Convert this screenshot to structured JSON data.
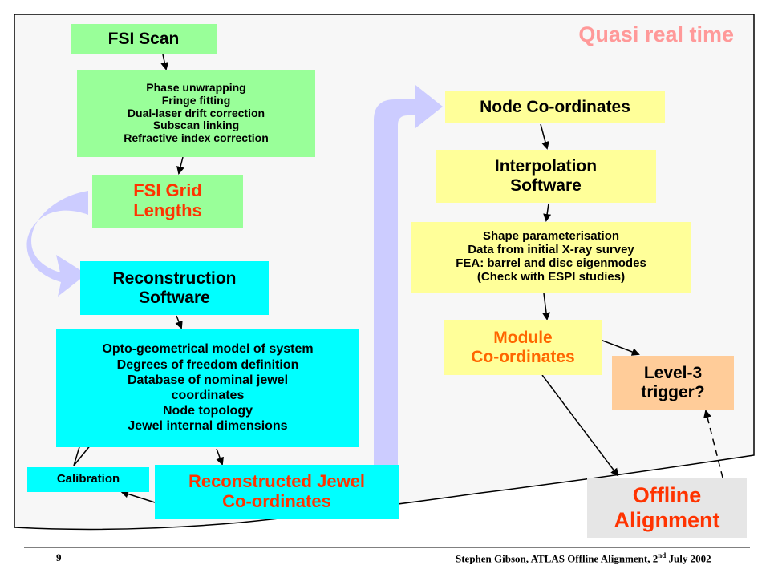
{
  "header": {
    "title": "Quasi real time"
  },
  "nodes": {
    "fsi_scan": "FSI Scan",
    "fsi_processing": [
      "Phase unwrapping",
      "Fringe fitting",
      "Dual-laser drift correction",
      "Subscan linking",
      "Refractive index correction"
    ],
    "fsi_grid_lengths": [
      "FSI Grid",
      "Lengths"
    ],
    "reconstruction_software": [
      "Reconstruction",
      "Software"
    ],
    "model_definition": [
      "Opto-geometrical model of system",
      "Degrees of freedom definition",
      "Database of nominal jewel",
      "coordinates",
      "Node topology",
      "Jewel internal dimensions"
    ],
    "calibration": "Calibration",
    "reconstructed_jewel": [
      "Reconstructed Jewel",
      "Co-ordinates"
    ],
    "node_coordinates": "Node Co-ordinates",
    "interpolation_software": [
      "Interpolation",
      "Software"
    ],
    "shape_parameterisation": [
      "Shape parameterisation",
      "Data from initial X-ray survey",
      "FEA: barrel and disc eigenmodes",
      "(Check with ESPI studies)"
    ],
    "module_coordinates": [
      "Module",
      "Co-ordinates"
    ],
    "level3_trigger": [
      "Level-3",
      "trigger?"
    ],
    "offline_alignment": [
      "Offline",
      "Alignment"
    ]
  },
  "colors": {
    "green": "#99ff99",
    "cyan": "#00ffff",
    "yellow": "#ffff99",
    "orange_box": "#ffcc99",
    "grey_box": "#e6e6e6",
    "title_pink": "#ff9999",
    "red_text": "#ff3300",
    "orange_text": "#ff6600",
    "big_arrow": "#ccccff"
  },
  "footer": {
    "page_number": "9",
    "credit": "Stephen Gibson, ATLAS Offline Alignment, 2",
    "credit_superscript": "nd",
    "credit_date": " July 2002"
  }
}
